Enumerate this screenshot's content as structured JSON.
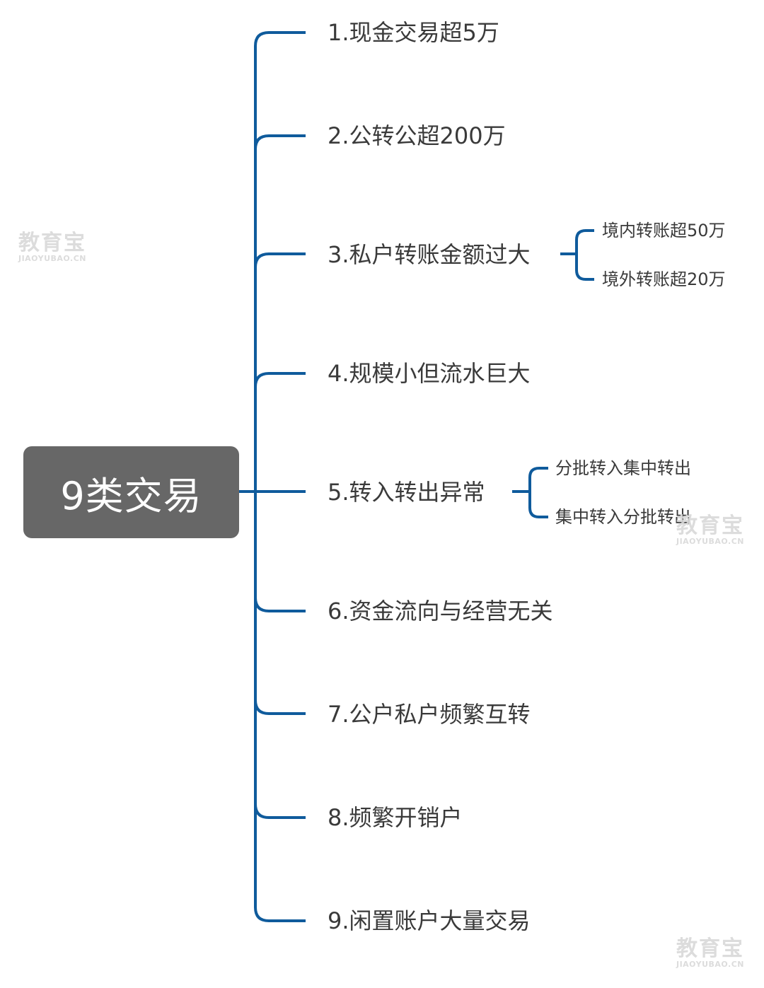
{
  "root": {
    "label": "9类交易"
  },
  "branches": [
    {
      "label": "1.现金交易超5万"
    },
    {
      "label": "2.公转公超200万"
    },
    {
      "label": "3.私户转账金额过大",
      "children": [
        "境内转账超50万",
        "境外转账超20万"
      ]
    },
    {
      "label": "4.规模小但流水巨大"
    },
    {
      "label": "5.转入转出异常",
      "children": [
        "分批转入集中转出",
        "集中转入分批转出"
      ]
    },
    {
      "label": "6.资金流向与经营无关"
    },
    {
      "label": "7.公户私户频繁互转"
    },
    {
      "label": "8.频繁开销户"
    },
    {
      "label": "9.闲置账户大量交易"
    }
  ],
  "watermark": {
    "brand": "教育宝",
    "domain": "JIAOYUBAO.CN"
  },
  "colors": {
    "connector": "#0f5b9c",
    "root_fill": "#676767",
    "root_text": "#ffffff",
    "node_text": "#3a3a3a"
  }
}
